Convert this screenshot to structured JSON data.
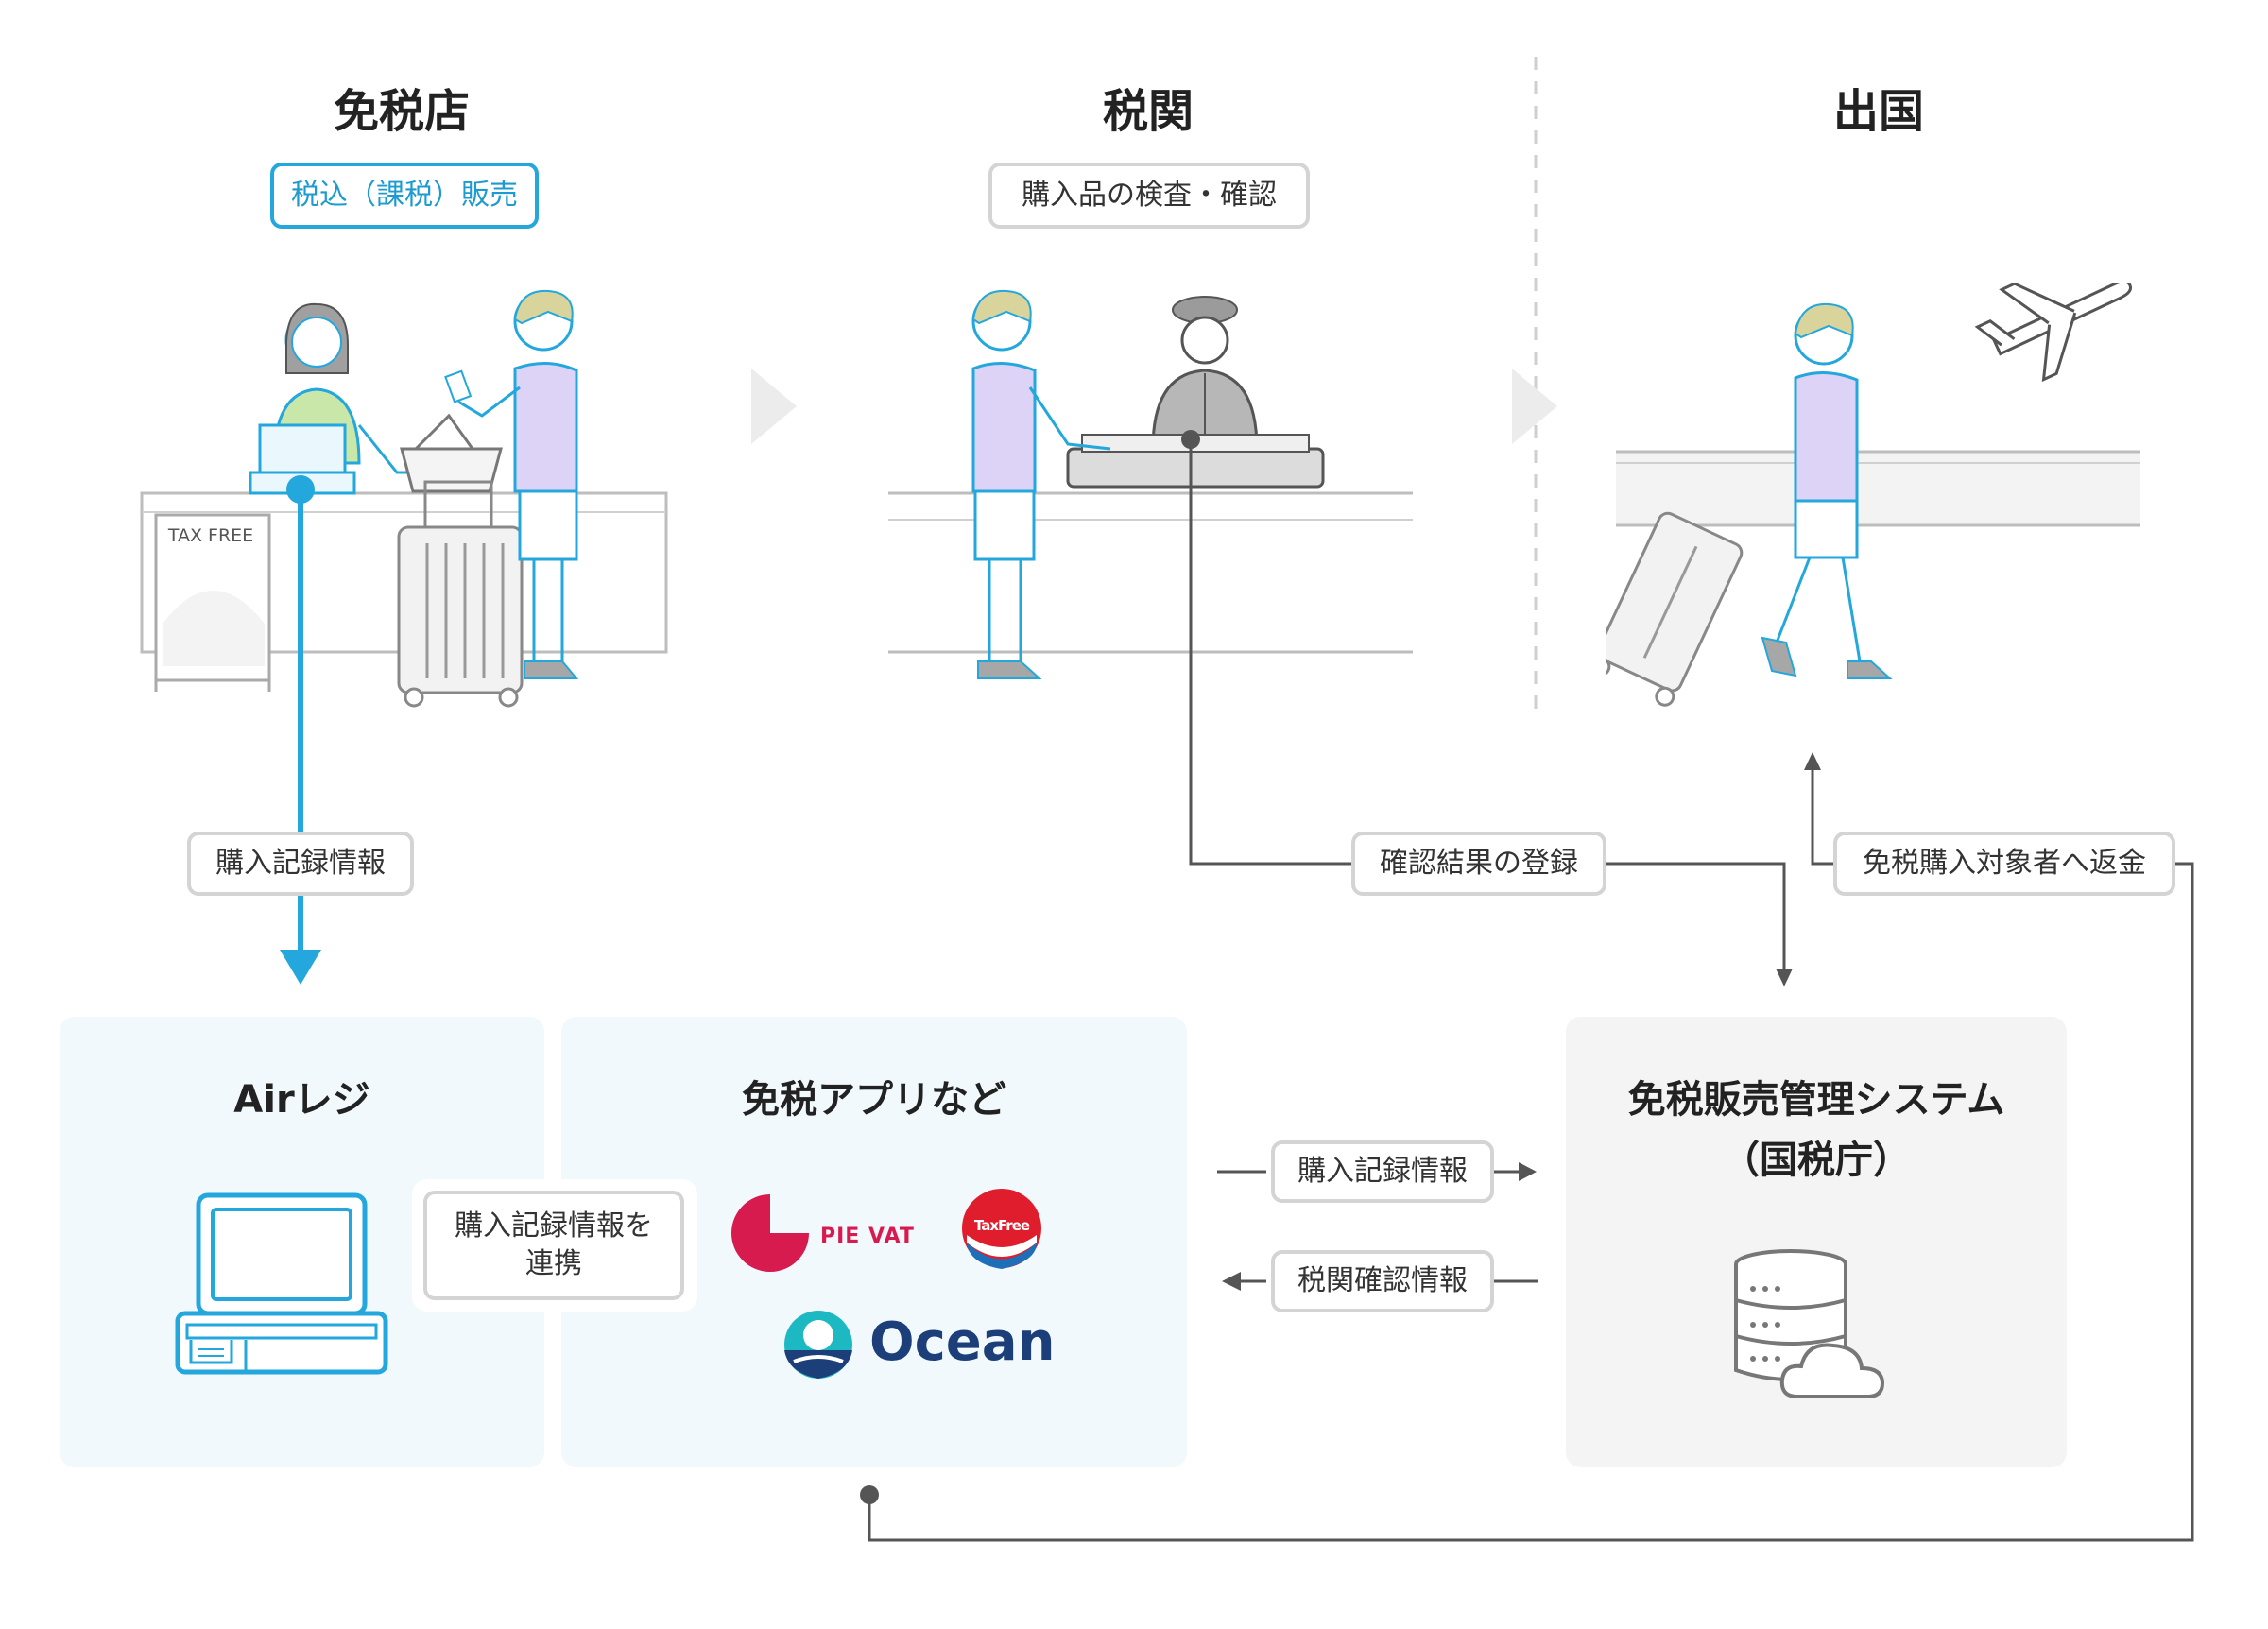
{
  "columns": {
    "duty_free_shop": "免税店",
    "customs": "税関",
    "departure": "出国"
  },
  "tags": {
    "tax_included_sale": "税込（課税）販売",
    "inspection": "購入品の検査・確認",
    "purchase_record_down": "購入記録情報",
    "register_result": "確認結果の登録",
    "refund": "免税購入対象者へ返金",
    "link_records_line1": "購入記録情報を",
    "link_records_line2": "連携",
    "purchase_record_right": "購入記録情報",
    "customs_confirm_left": "税関確認情報"
  },
  "illustration": {
    "tax_free_sign": "TAX FREE"
  },
  "panels": {
    "airregi": "Airレジ",
    "tax_free_apps": "免税アプリなど",
    "system_line1": "免税販売管理システム",
    "system_line2": "（国税庁）"
  },
  "logos": {
    "pie_vat": "PIE VAT",
    "taxfree": "TaxFree",
    "ocean": "Ocean"
  },
  "colors": {
    "accent_blue": "#23a7dd",
    "line_gray": "#555555",
    "pie_vat_red": "#d81b4f",
    "ocean_navy": "#1c3f7a",
    "ocean_teal": "#1db9c3",
    "taxfree_red": "#e01d2d"
  }
}
